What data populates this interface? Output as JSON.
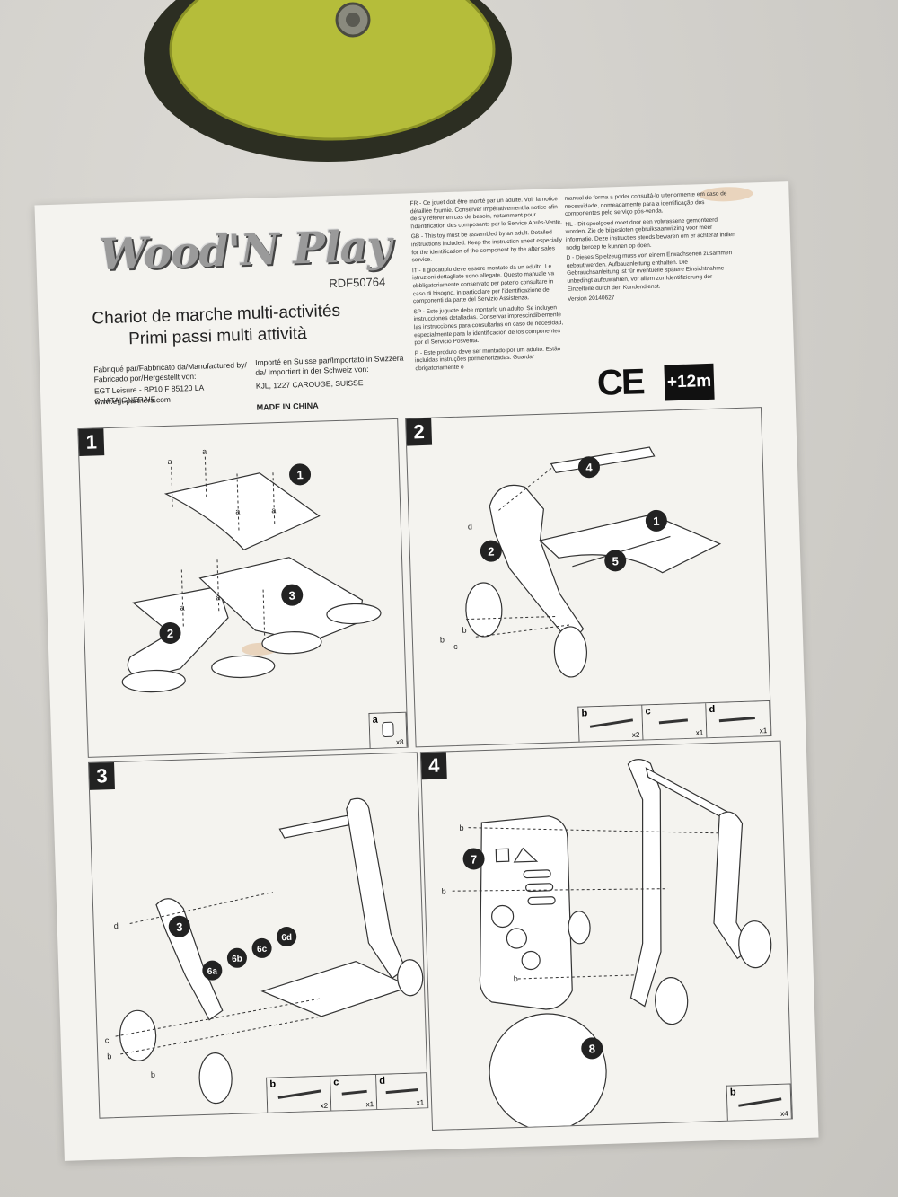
{
  "brand": "Wood'N Play",
  "reference": "RDF50764",
  "title_fr": "Chariot de marche multi-activités",
  "title_it": "Primi passi multi attività",
  "manufacturer_label": "Fabriqué par/Fabbricato da/Manufactured by/ Fabricado por/Hergestellt von:",
  "manufacturer_name": "EGT Leisure - BP10 F 85120 LA CHATAIGNERAIE",
  "manufacturer_url": "www.egt-partners.com",
  "importer_label": "Importé en Suisse par/Importato in Svizzera da/ Importiert in der Schweiz von:",
  "importer_name": "KJL, 1227 CAROUGE, SUISSE",
  "made_in": "MADE IN CHINA",
  "warnings_col1": [
    "FR - Ce jouet doit être monté par un adulte. Voir la notice détaillée fournie. Conserver impérativement la notice afin de s'y référer en cas de besoin, notamment pour l'identification des composants par le Service Après-Vente.",
    "GB - This toy must be assembled by an adult. Detailed instructions included. Keep the instruction sheet especially for the identification of the component by the after sales service.",
    "IT - Il giocattolo deve essere montato da un adulto. Le istruzioni dettagliate sono allegate. Questo manuale va obbligatoriamente conservato per poterlo consultare in caso di bisogno, in particolare per l'identificazione dei componenti da parte del Servizio Assistenza.",
    "SP - Este juguete debe montarlo un adulto. Se incluyen instrucciones detalladas. Conservar imprescindiblemente las instrucciones para consultarlas en caso de necesidad, especialmente para la identificación de los componentes por el Servicio Posventa.",
    "P - Este produto deve ser montado por um adulto. Estão incluídas instruções pormenorizadas. Guardar obrigatoriamente o"
  ],
  "warnings_col2": [
    "manual de forma a poder consultá-lo ulteriormente em caso de necessidade, nomeadamente para a identificação dos componentes pelo serviço pós-venda.",
    "NL - Dit speelgoed moet door een volwassene gemonteerd worden. Zie de bijgesloten gebruiksaanwijzing voor meer informatie. Deze instructies steeds bewaren om er achteraf indien nodig beroep te kunnen op doen.",
    "D - Dieses Spielzeug muss von einem Erwachsenen zusammen gebaut werden. Aufbauanleitung enthalten. Die Gebrauchsanleitung ist für eventuelle spätere Einsichtnahme unbedingt aufzuwahren, vor allem zur Identifizierung der Einzelteile durch den Kundendienst.",
    "Version 20140627"
  ],
  "ce_mark": "CE",
  "age_badge": "+12m",
  "steps": [
    {
      "number": "1",
      "parts": [
        {
          "label": "a",
          "qty": "x8"
        }
      ]
    },
    {
      "number": "2",
      "parts": [
        {
          "label": "b",
          "qty": "x2"
        },
        {
          "label": "c",
          "qty": "x1"
        },
        {
          "label": "d",
          "qty": "x1"
        }
      ]
    },
    {
      "number": "3",
      "parts": [
        {
          "label": "b",
          "qty": "x2"
        },
        {
          "label": "c",
          "qty": "x1"
        },
        {
          "label": "d",
          "qty": "x1"
        }
      ]
    },
    {
      "number": "4",
      "parts": [
        {
          "label": "b",
          "qty": "x4"
        }
      ]
    }
  ],
  "callouts": {
    "one": "1",
    "two": "2",
    "three": "3",
    "four": "4",
    "five": "5",
    "six_a": "6a",
    "six_b": "6b",
    "six_c": "6c",
    "six_d": "6d",
    "seven": "7",
    "eight": "8",
    "a": "a",
    "b": "b",
    "c": "c",
    "d": "d"
  }
}
